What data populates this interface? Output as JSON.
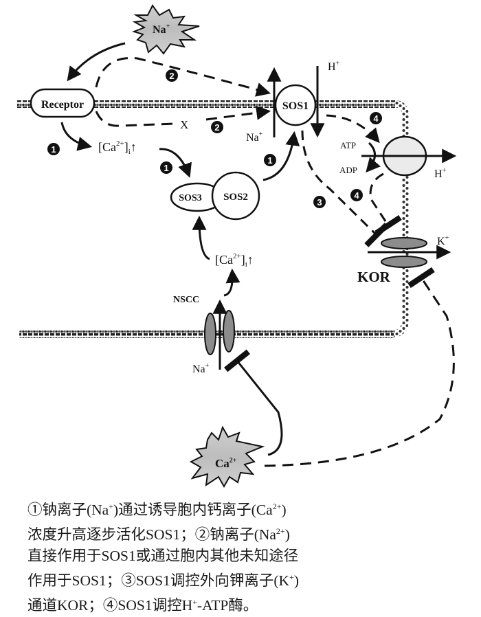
{
  "diagram": {
    "extracellular_stimulus": {
      "ion": "Na",
      "charge": "+"
    },
    "cytosolic_stimulus": {
      "ion": "Ca",
      "charge": "2+"
    },
    "receptor": "Receptor",
    "sos1": "SOS1",
    "sos2": "SOS2",
    "sos3": "SOS3",
    "kor": "KOR",
    "nscc": "NSCC",
    "unknown_pathway": "X",
    "ca_level_top": {
      "prefix": "[Ca",
      "sup": "2+",
      "suffix": "]",
      "sub": "i",
      "arrow": "↑"
    },
    "ca_level_bottom": {
      "prefix": "[Ca",
      "sup": "2+",
      "suffix": "]",
      "sub": "i",
      "arrow": "↑"
    },
    "ions": {
      "h_in": {
        "base": "H",
        "sup": "+"
      },
      "na_out": {
        "base": "Na",
        "sup": "+"
      },
      "h_out": {
        "base": "H",
        "sup": "+"
      },
      "k_out": {
        "base": "K",
        "sup": "+"
      },
      "na_nscc": {
        "base": "Na",
        "sup": "+"
      }
    },
    "atp": "ATP",
    "adp": "ADP",
    "pathway_markers": {
      "p1_a": "1",
      "p1_b": "1",
      "p1_c": "1",
      "p2_a": "2",
      "p2_b": "2",
      "p3": "3",
      "p4_a": "4",
      "p4_b": "4"
    }
  },
  "caption": {
    "lines": [
      [
        "①钠离子(Na",
        "+",
        ")通过诱导胞内钙离子(Ca",
        "2+",
        ")"
      ],
      [
        "浓度升高逐步活化SOS1；②钠离子(Na",
        "2+",
        ")"
      ],
      [
        "直接作用于SOS1或通过胞内其他未知途径"
      ],
      [
        "作用于SOS1；③SOS1调控外向钾离子(K",
        "+",
        ")"
      ],
      [
        "通道KOR；④SOS1调控H",
        "+",
        "-ATP酶。"
      ]
    ]
  }
}
